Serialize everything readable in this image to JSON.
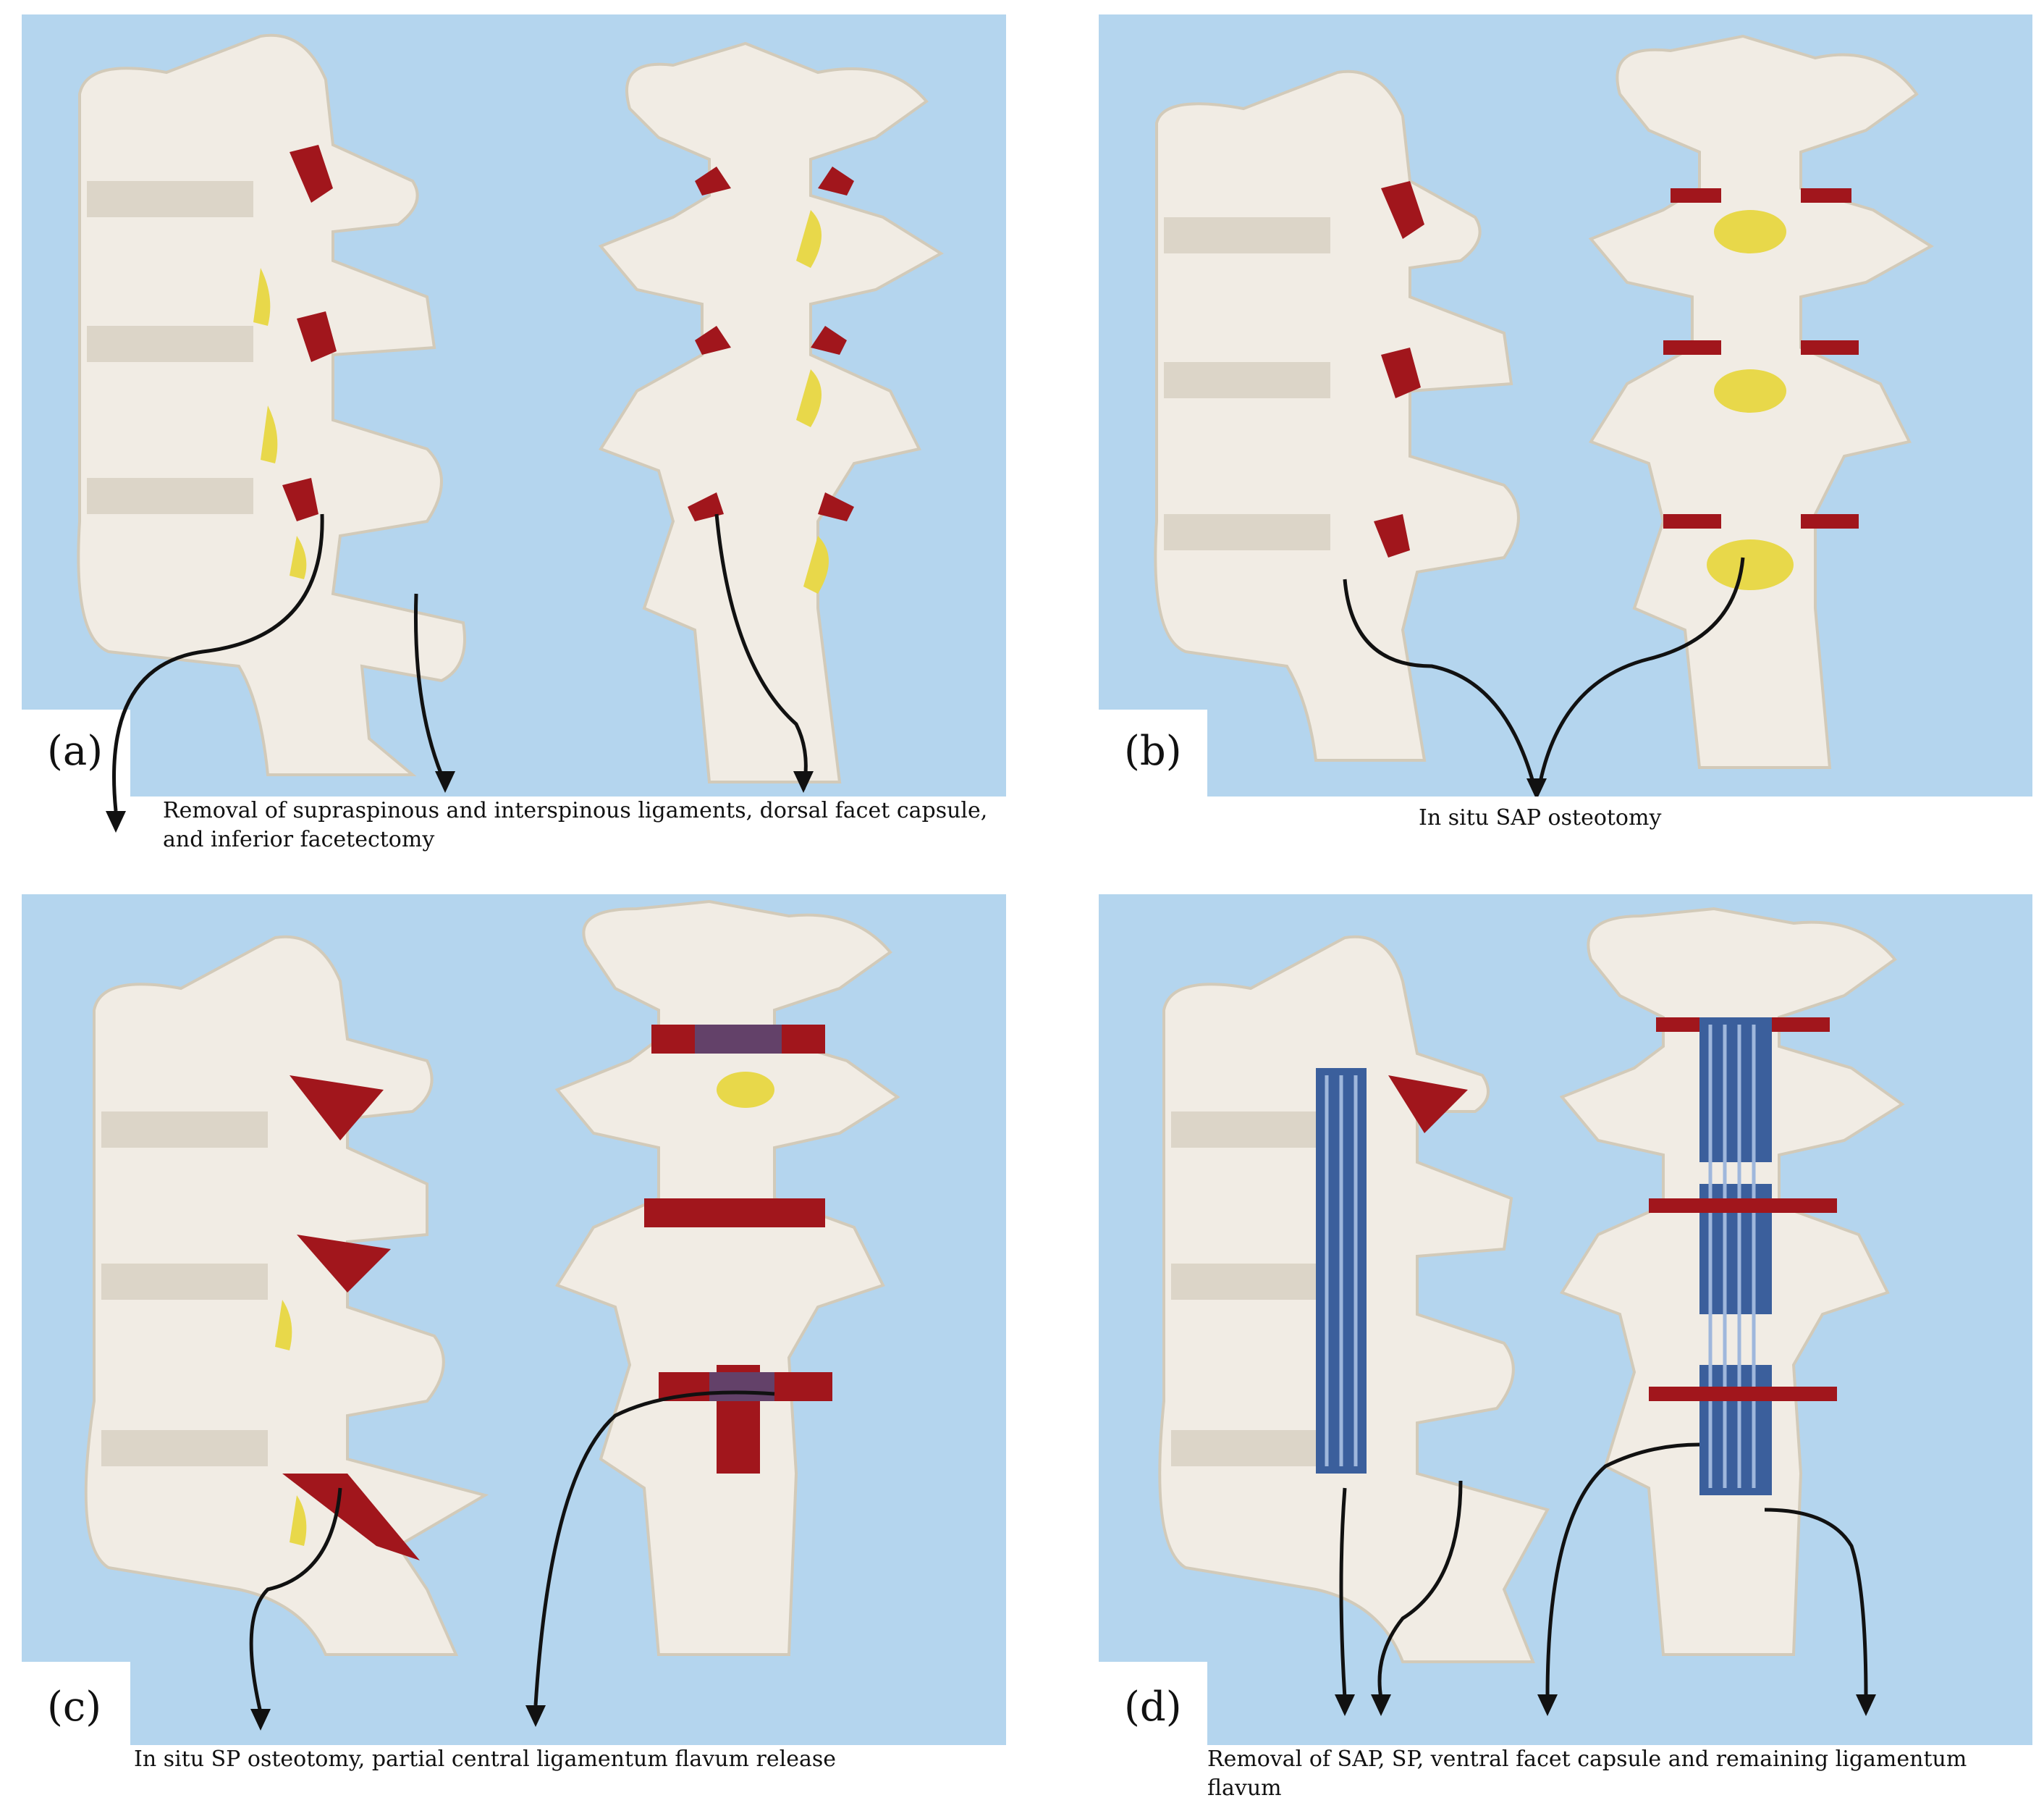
{
  "colors": {
    "background": "#b4d5ee",
    "bone": "#f1ece4",
    "bone_shadow": "#d9d2c6",
    "cut_surface": "#a1161c",
    "ligament_flavum": "#e8d84a",
    "dura": "#3b5f9c",
    "arrow": "#111111"
  },
  "panels": [
    {
      "letter": "(a)",
      "caption": "Removal of supraspinous and interspinous ligaments, dorsal facet capsule, and inferior facetectomy"
    },
    {
      "letter": "(b)",
      "caption": "In situ SAP osteotomy"
    },
    {
      "letter": "(c)",
      "caption": "In situ SP osteotomy, partial central ligamentum flavum release"
    },
    {
      "letter": "(d)",
      "caption": "Removal of SAP, SP, ventral facet capsule and remaining ligamentum flavum"
    }
  ]
}
